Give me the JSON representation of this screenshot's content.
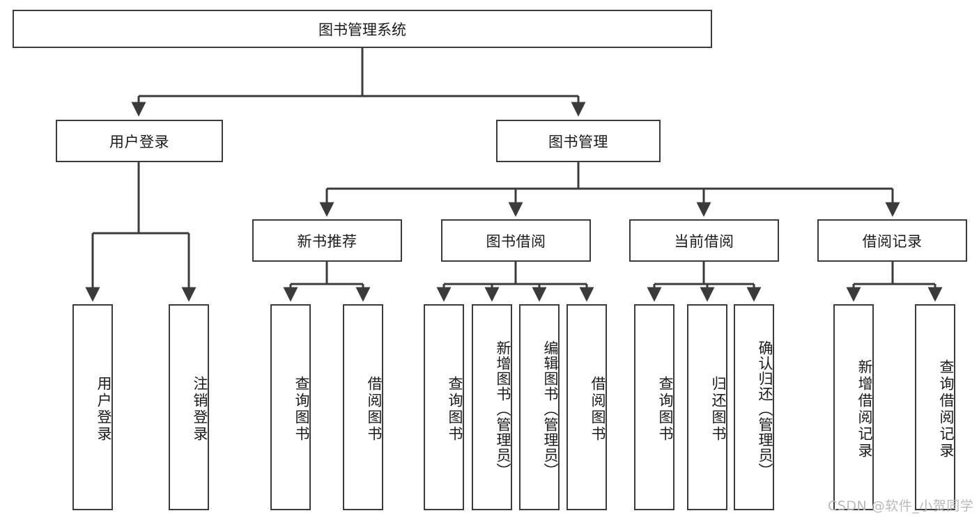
{
  "diagram": {
    "title": "图书管理系统",
    "type": "tree-hierarchy-chart",
    "root": {
      "label": "图书管理系统"
    },
    "level2": [
      {
        "label": "用户登录"
      },
      {
        "label": "图书管理"
      }
    ],
    "level3": [
      {
        "label": "新书推荐"
      },
      {
        "label": "图书借阅"
      },
      {
        "label": "当前借阅"
      },
      {
        "label": "借阅记录"
      }
    ],
    "leaves": {
      "user_login": [
        {
          "label": "用户登录"
        },
        {
          "label": "注销登录"
        }
      ],
      "new_book_recommend": [
        {
          "label": "查询图书"
        },
        {
          "label": "借阅图书"
        }
      ],
      "book_borrow": [
        {
          "label": "查询图书"
        },
        {
          "label": "新增图书（管理员）"
        },
        {
          "label": "编辑图书（管理员）"
        },
        {
          "label": "借阅图书"
        }
      ],
      "current_borrow": [
        {
          "label": "查询图书"
        },
        {
          "label": "归还图书"
        },
        {
          "label": "确认归还（管理员）"
        }
      ],
      "borrow_records": [
        {
          "label": "新增借阅记录"
        },
        {
          "label": "查询借阅记录"
        }
      ]
    }
  },
  "watermark": {
    "text": "CSDN @软件_小贺同学"
  },
  "colors": {
    "line": "#3b3b3b",
    "box_border": "#3b3b3b",
    "box_fill": "#ffffff",
    "text": "#1a1a1a",
    "watermark": "#b9b9b9",
    "background": "#ffffff"
  }
}
